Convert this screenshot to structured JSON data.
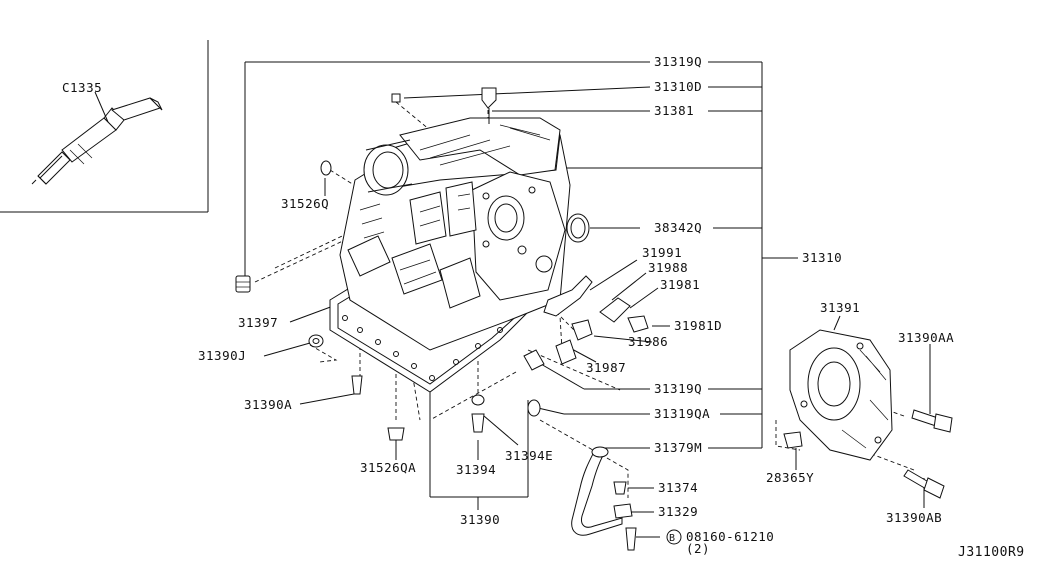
{
  "diagram_id": "J31100R9",
  "callouts": {
    "c1335": "C1335",
    "p31526q": "31526Q",
    "p31397": "31397",
    "p31390j": "31390J",
    "p31390a": "31390A",
    "p31526qa": "31526QA",
    "p31394": "31394",
    "p31394e": "31394E",
    "p31390": "31390",
    "p31319q_top": "31319Q",
    "p31310d": "31310D",
    "p31381": "31381",
    "p38342q": "38342Q",
    "p31991": "31991",
    "p31988": "31988",
    "p31981": "31981",
    "p31981d": "31981D",
    "p31986": "31986",
    "p31987": "31987",
    "p31319q_mid": "31319Q",
    "p31319qa": "31319QA",
    "p31379m": "31379M",
    "p31374": "31374",
    "p31329": "31329",
    "p08160": "08160-61210",
    "p08160_qty": "(2)",
    "p08160_circle": "B",
    "p31310": "31310",
    "p31391": "31391",
    "p31390aa": "31390AA",
    "p28365y": "28365Y",
    "p31390ab": "31390AB"
  }
}
